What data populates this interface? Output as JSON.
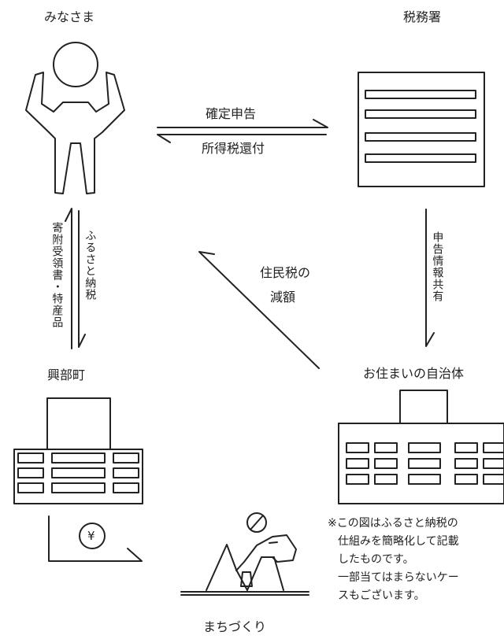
{
  "nodes": {
    "citizen": "みなさま",
    "tax_office": "税務署",
    "okoppe": "興部町",
    "home_city": "お住まいの自治体",
    "town_dev": "まちづくり"
  },
  "flows": {
    "declaration": "確定申告",
    "refund": "所得税還付",
    "furusato_tax": "ふるさと納税",
    "receipt_gift": "寄附受領書・特産品",
    "share_info": "申告情報共有",
    "resident_tax_1": "住民税の",
    "resident_tax_2": "減額",
    "yen_symbol": "¥"
  },
  "note": {
    "line1": "※この図はふるさと納税の",
    "line2": "仕組みを簡略化して記載",
    "line3": "したものです。",
    "line4": "一部当てはまらないケー",
    "line5": "スもございます。"
  }
}
